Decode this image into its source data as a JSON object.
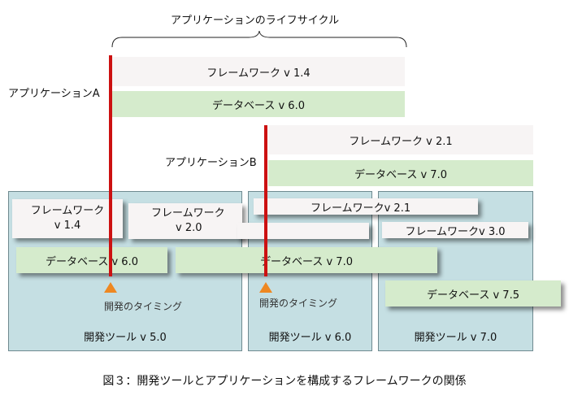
{
  "lifecycle_label": "アプリケーションのライフサイクル",
  "app_a": {
    "label": "アプリケーションA",
    "framework": "フレームワーク v 1.4",
    "database": "データベース v 6.0"
  },
  "app_b": {
    "label": "アプリケーションB",
    "framework": "フレームワーク v 2.1",
    "database": "データベース v 7.0"
  },
  "tools": [
    {
      "label": "開発ツール v 5.0"
    },
    {
      "label": "開発ツール v 6.0"
    },
    {
      "label": "開発ツール v 7.0"
    }
  ],
  "components": {
    "fw14_line1": "フレームワーク",
    "fw14_line2": "v 1.4",
    "fw20_line1": "フレームワーク",
    "fw20_line2": "v 2.0",
    "fw21": "フレームワークv 2.1",
    "fw30": "フレームワークv 3.0",
    "db60": "データベース v 6.0",
    "db70": "データベース v 7.0",
    "db75": "データベース v 7.5"
  },
  "timing_label": "開発のタイミング",
  "caption": "図３：開発ツールとアプリケーションを構成するフレームワークの関係",
  "colors": {
    "timeline": "#cc1111",
    "marker": "#ee8822",
    "tool_bg": "#c5dfe3",
    "db_bg": "#d5ebcc",
    "fw_bg": "#f7f4f4"
  }
}
